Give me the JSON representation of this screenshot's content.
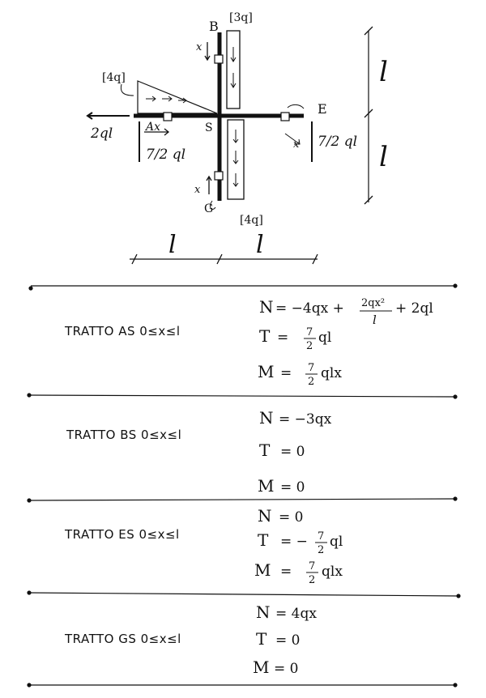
{
  "diagram": {
    "labels": {
      "B": "B",
      "E": "E",
      "S": "S",
      "G": "G",
      "Ax": "Ax",
      "load_top": "[3q]",
      "load_left": "[4q]",
      "load_bottom": "[4q]",
      "force_left": "2ql",
      "reaction_left": "7/2 ql",
      "reaction_right": "7/2 ql",
      "dim_l_vertical_top": "l",
      "dim_l_vertical_bottom": "l",
      "dim_l_horizontal_left": "l",
      "dim_l_horizontal_right": "l",
      "x_mark": "x"
    }
  },
  "sections": [
    {
      "label": "TRATTO AS 0≤x≤l",
      "equations": [
        {
          "sym": "N",
          "eq": "= −4qx + ",
          "frac_num": "2qx²",
          "frac_den": "l",
          "tail": "+ 2ql"
        },
        {
          "sym": "T",
          "eq": "= ",
          "frac_num": "7",
          "frac_den": "2",
          "tail": "ql"
        },
        {
          "sym": "M",
          "eq": "= ",
          "frac_num": "7",
          "frac_den": "2",
          "tail": "qlx"
        }
      ]
    },
    {
      "label": "TRATTO BS 0≤x≤l",
      "equations": [
        {
          "sym": "N",
          "eq": "= −3qx",
          "frac_num": "",
          "frac_den": "",
          "tail": ""
        },
        {
          "sym": "T",
          "eq": "= 0",
          "frac_num": "",
          "frac_den": "",
          "tail": ""
        },
        {
          "sym": "M",
          "eq": "= 0",
          "frac_num": "",
          "frac_den": "",
          "tail": ""
        }
      ]
    },
    {
      "label": "TRATTO ES 0≤x≤l",
      "equations": [
        {
          "sym": "N",
          "eq": "= 0",
          "frac_num": "",
          "frac_den": "",
          "tail": ""
        },
        {
          "sym": "T",
          "eq": "= −",
          "frac_num": "7",
          "frac_den": "2",
          "tail": "ql"
        },
        {
          "sym": "M",
          "eq": "= ",
          "frac_num": "7",
          "frac_den": "2",
          "tail": "qlx"
        }
      ]
    },
    {
      "label": "TRATTO GS 0≤x≤l",
      "equations": [
        {
          "sym": "N",
          "eq": "= 4qx",
          "frac_num": "",
          "frac_den": "",
          "tail": ""
        },
        {
          "sym": "T",
          "eq": "= 0",
          "frac_num": "",
          "frac_den": "",
          "tail": ""
        },
        {
          "sym": "M",
          "eq": "= 0",
          "frac_num": "",
          "frac_den": "",
          "tail": ""
        }
      ]
    }
  ]
}
